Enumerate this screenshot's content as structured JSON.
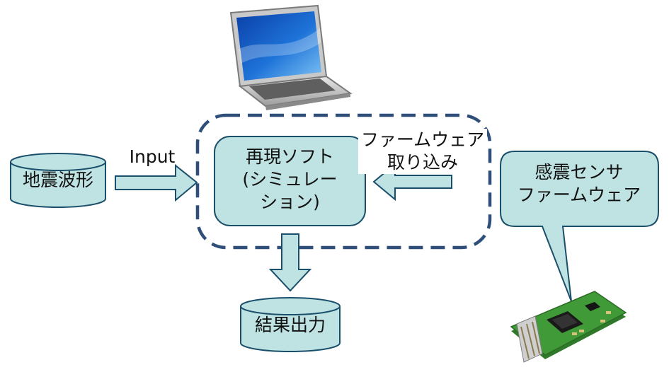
{
  "nodes": {
    "seismic_waveform": "地震波形",
    "input_label": "Input",
    "reproduction_software": [
      "再現ソフト",
      "(シミュレー",
      "ション)"
    ],
    "firmware_import": [
      "ファームウェア",
      "取り込み"
    ],
    "sensor_firmware": [
      "感震センサ",
      "ファームウェア"
    ],
    "result_output": "結果出力"
  },
  "colors": {
    "fill": "#bfe3e3",
    "stroke": "#1a4f6b",
    "dashed_boundary": "#2f4f7a",
    "pcb_green": "#3f9a37"
  },
  "icons": {
    "computer": "laptop-icon",
    "device": "sensor-board-icon"
  }
}
